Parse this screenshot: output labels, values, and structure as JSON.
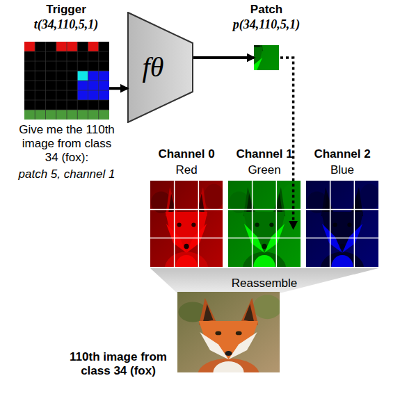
{
  "diagram": {
    "nodes": [
      {
        "text": [
          "Trigger",
          "t(34,110,5,1)"
        ]
      },
      {
        "text": [
          "fθ"
        ]
      },
      {
        "text": [
          "Patch",
          "p(34,110,5,1)"
        ]
      },
      {
        "text": [
          "Channel 0",
          "Red"
        ]
      },
      {
        "text": [
          "Channel 1",
          "Green"
        ]
      },
      {
        "text": [
          "Channel 2",
          "Blue"
        ]
      },
      {
        "text": [
          "Reassemble"
        ]
      },
      {
        "text": [
          "110th image from class 34 (fox)"
        ]
      }
    ],
    "edges": [
      {
        "from": 0,
        "to": 1,
        "arrow": "to"
      },
      {
        "from": 1,
        "to": 2,
        "arrow": "to"
      },
      {
        "from": 2,
        "to": 4,
        "arrow": "to"
      }
    ],
    "labels": [
      "Give me the 110th image from class 34 (fox):",
      "patch 5, channel 1"
    ]
  }
}
